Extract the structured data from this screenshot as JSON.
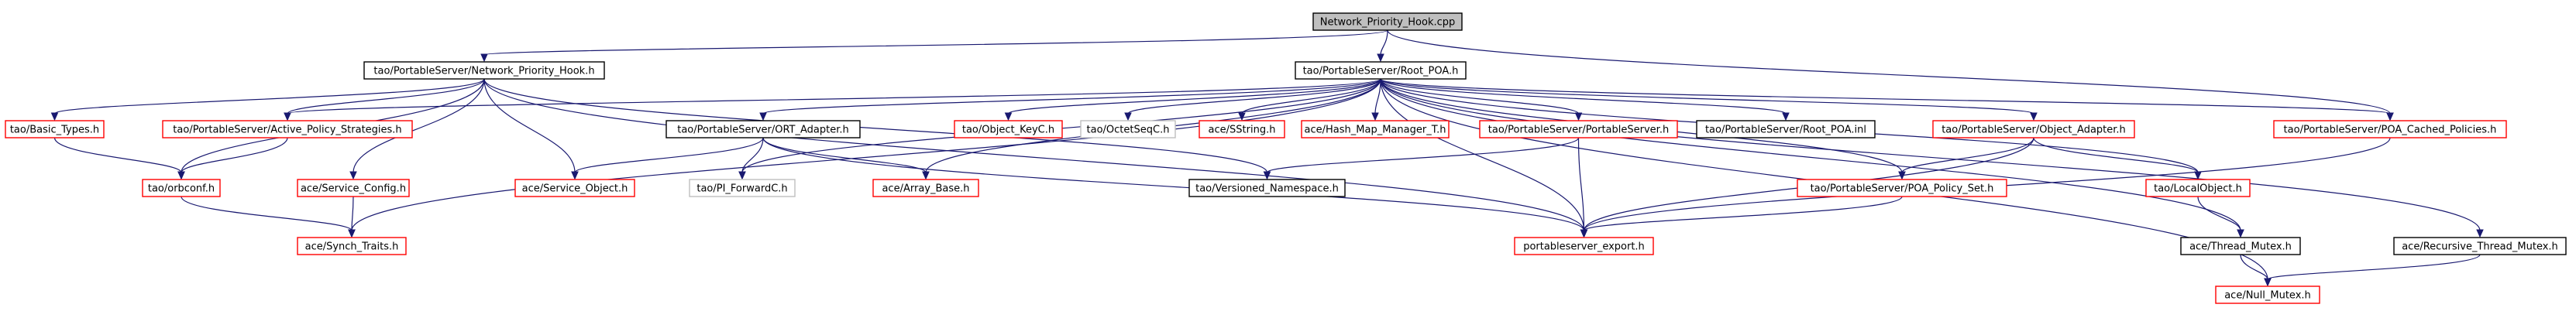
{
  "colors": {
    "root_fill": "#bfbfbf",
    "border_normal": "#000000",
    "border_missing": "#ff0000",
    "border_external": "#bfbfbf",
    "edge": "#191970"
  },
  "nodes": [
    {
      "id": "root",
      "label": "Network_Priority_Hook.cpp",
      "style": "root"
    },
    {
      "id": "nph_h",
      "label": "tao/PortableServer/Network_Priority_Hook.h",
      "style": "normal"
    },
    {
      "id": "root_poa_h",
      "label": "tao/PortableServer/Root_POA.h",
      "style": "normal"
    },
    {
      "id": "basic_types",
      "label": "tao/Basic_Types.h",
      "style": "missing"
    },
    {
      "id": "aps",
      "label": "tao/PortableServer/Active_Policy_Strategies.h",
      "style": "missing"
    },
    {
      "id": "ort_adapter",
      "label": "tao/PortableServer/ORT_Adapter.h",
      "style": "normal"
    },
    {
      "id": "object_keyc",
      "label": "tao/Object_KeyC.h",
      "style": "missing"
    },
    {
      "id": "octetseqc",
      "label": "tao/OctetSeqC.h",
      "style": "external"
    },
    {
      "id": "sstring",
      "label": "ace/SString.h",
      "style": "missing"
    },
    {
      "id": "hash_map",
      "label": "ace/Hash_Map_Manager_T.h",
      "style": "missing"
    },
    {
      "id": "portableserver_h",
      "label": "tao/PortableServer/PortableServer.h",
      "style": "missing"
    },
    {
      "id": "root_poa_inl",
      "label": "tao/PortableServer/Root_POA.inl",
      "style": "normal"
    },
    {
      "id": "object_adapter",
      "label": "tao/PortableServer/Object_Adapter.h",
      "style": "missing"
    },
    {
      "id": "poa_cached",
      "label": "tao/PortableServer/POA_Cached_Policies.h",
      "style": "missing"
    },
    {
      "id": "orbconf",
      "label": "tao/orbconf.h",
      "style": "missing"
    },
    {
      "id": "service_config",
      "label": "ace/Service_Config.h",
      "style": "missing"
    },
    {
      "id": "service_object",
      "label": "ace/Service_Object.h",
      "style": "missing"
    },
    {
      "id": "pi_forwardc",
      "label": "tao/PI_ForwardC.h",
      "style": "external"
    },
    {
      "id": "array_base",
      "label": "ace/Array_Base.h",
      "style": "missing"
    },
    {
      "id": "versioned_ns",
      "label": "tao/Versioned_Namespace.h",
      "style": "normal"
    },
    {
      "id": "poa_policy_set",
      "label": "tao/PortableServer/POA_Policy_Set.h",
      "style": "missing"
    },
    {
      "id": "local_object",
      "label": "tao/LocalObject.h",
      "style": "missing"
    },
    {
      "id": "synch_traits",
      "label": "ace/Synch_Traits.h",
      "style": "missing"
    },
    {
      "id": "ps_export",
      "label": "portableserver_export.h",
      "style": "missing"
    },
    {
      "id": "thread_mutex",
      "label": "ace/Thread_Mutex.h",
      "style": "normal"
    },
    {
      "id": "recursive_mutex",
      "label": "ace/Recursive_Thread_Mutex.h",
      "style": "normal"
    },
    {
      "id": "null_mutex",
      "label": "ace/Null_Mutex.h",
      "style": "missing"
    }
  ],
  "edges": [
    [
      "root",
      "nph_h"
    ],
    [
      "root",
      "root_poa_h"
    ],
    [
      "root",
      "poa_cached"
    ],
    [
      "nph_h",
      "basic_types"
    ],
    [
      "nph_h",
      "aps"
    ],
    [
      "nph_h",
      "orbconf"
    ],
    [
      "nph_h",
      "service_config"
    ],
    [
      "nph_h",
      "service_object"
    ],
    [
      "nph_h",
      "versioned_ns"
    ],
    [
      "nph_h",
      "ps_export"
    ],
    [
      "root_poa_h",
      "aps"
    ],
    [
      "root_poa_h",
      "ort_adapter"
    ],
    [
      "root_poa_h",
      "object_keyc"
    ],
    [
      "root_poa_h",
      "octetseqc"
    ],
    [
      "root_poa_h",
      "sstring"
    ],
    [
      "root_poa_h",
      "hash_map"
    ],
    [
      "root_poa_h",
      "portableserver_h"
    ],
    [
      "root_poa_h",
      "root_poa_inl"
    ],
    [
      "root_poa_h",
      "object_adapter"
    ],
    [
      "root_poa_h",
      "poa_cached"
    ],
    [
      "root_poa_h",
      "synch_traits"
    ],
    [
      "root_poa_h",
      "pi_forwardc"
    ],
    [
      "root_poa_h",
      "array_base"
    ],
    [
      "root_poa_h",
      "ps_export"
    ],
    [
      "root_poa_h",
      "poa_policy_set"
    ],
    [
      "root_poa_h",
      "local_object"
    ],
    [
      "root_poa_h",
      "thread_mutex"
    ],
    [
      "root_poa_h",
      "recursive_mutex"
    ],
    [
      "root_poa_h",
      "null_mutex"
    ],
    [
      "basic_types",
      "orbconf"
    ],
    [
      "aps",
      "orbconf"
    ],
    [
      "orbconf",
      "synch_traits"
    ],
    [
      "service_config",
      "synch_traits"
    ],
    [
      "ort_adapter",
      "service_object"
    ],
    [
      "ort_adapter",
      "pi_forwardc"
    ],
    [
      "ort_adapter",
      "array_base"
    ],
    [
      "ort_adapter",
      "ps_export"
    ],
    [
      "portableserver_h",
      "versioned_ns"
    ],
    [
      "portableserver_h",
      "ps_export"
    ],
    [
      "object_adapter",
      "poa_policy_set"
    ],
    [
      "object_adapter",
      "local_object"
    ],
    [
      "object_adapter",
      "ps_export"
    ],
    [
      "poa_cached",
      "ps_export"
    ],
    [
      "poa_policy_set",
      "ps_export"
    ],
    [
      "local_object",
      "thread_mutex"
    ],
    [
      "thread_mutex",
      "null_mutex"
    ],
    [
      "recursive_mutex",
      "null_mutex"
    ]
  ]
}
